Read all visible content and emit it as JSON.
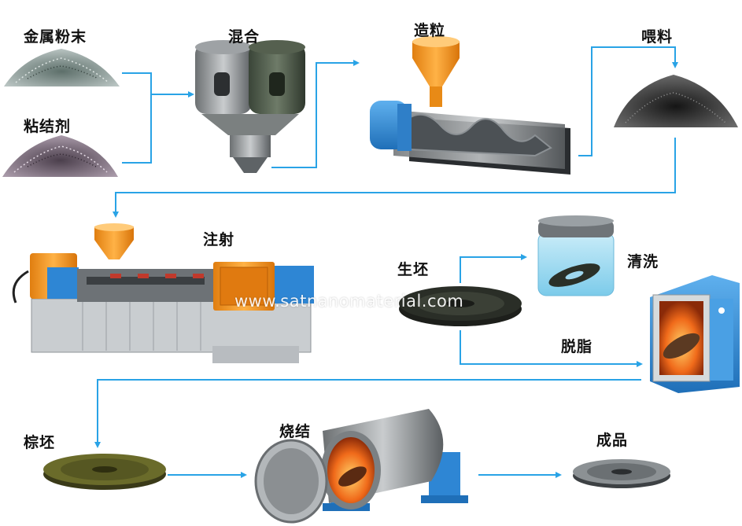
{
  "labels": {
    "metal_powder": "金属粉末",
    "binder": "粘结剂",
    "mixing": "混合",
    "granulation": "造粒",
    "feedstock": "喂料",
    "injection": "注射",
    "green_part": "生坯",
    "cleaning": "清洗",
    "debinding": "脱脂",
    "brown_part": "棕坯",
    "sintering": "烧结",
    "finished_product": "成品"
  },
  "watermark": "www.satnanomaterial.com",
  "colors": {
    "arrow": "#29a3e6",
    "machine_orange": "#f39a1e",
    "machine_grey": "#b8bcc0",
    "oven_blue": "#2e86d4",
    "water": "#8fd3ef"
  },
  "icons": [
    "powder-pile-icon",
    "mixer-icon",
    "granulator-icon",
    "injection-machine-icon",
    "disc-part-icon",
    "water-tank-icon",
    "oven-icon",
    "sintering-furnace-icon"
  ]
}
